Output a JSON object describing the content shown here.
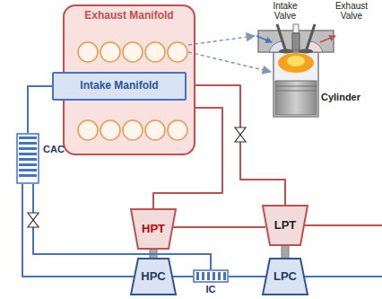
{
  "diagram": {
    "nodes": [
      {
        "text": [
          "Exhaust Manifold"
        ]
      },
      {
        "text": [
          "Intake Manifold"
        ]
      },
      {
        "text": [
          "CAC"
        ]
      },
      {
        "text": [
          "HPT"
        ]
      },
      {
        "text": [
          "LPT"
        ]
      },
      {
        "text": [
          "HPC"
        ]
      },
      {
        "text": [
          "IC"
        ]
      },
      {
        "text": [
          "LPC"
        ]
      }
    ],
    "edges": [
      {
        "from": 0,
        "to": 3,
        "arrow": "none"
      },
      {
        "from": 3,
        "to": 4,
        "arrow": "none"
      },
      {
        "from": 0,
        "to": 4,
        "arrow": "none"
      },
      {
        "from": 7,
        "to": 6,
        "arrow": "none"
      },
      {
        "from": 6,
        "to": 5,
        "arrow": "none"
      },
      {
        "from": 5,
        "to": 2,
        "arrow": "none"
      },
      {
        "from": 6,
        "to": 2,
        "arrow": "none"
      },
      {
        "from": 2,
        "to": 1,
        "arrow": "none"
      }
    ],
    "labels": [
      "Intake Valve",
      "Exhaust Valve",
      "Cylinder"
    ]
  }
}
